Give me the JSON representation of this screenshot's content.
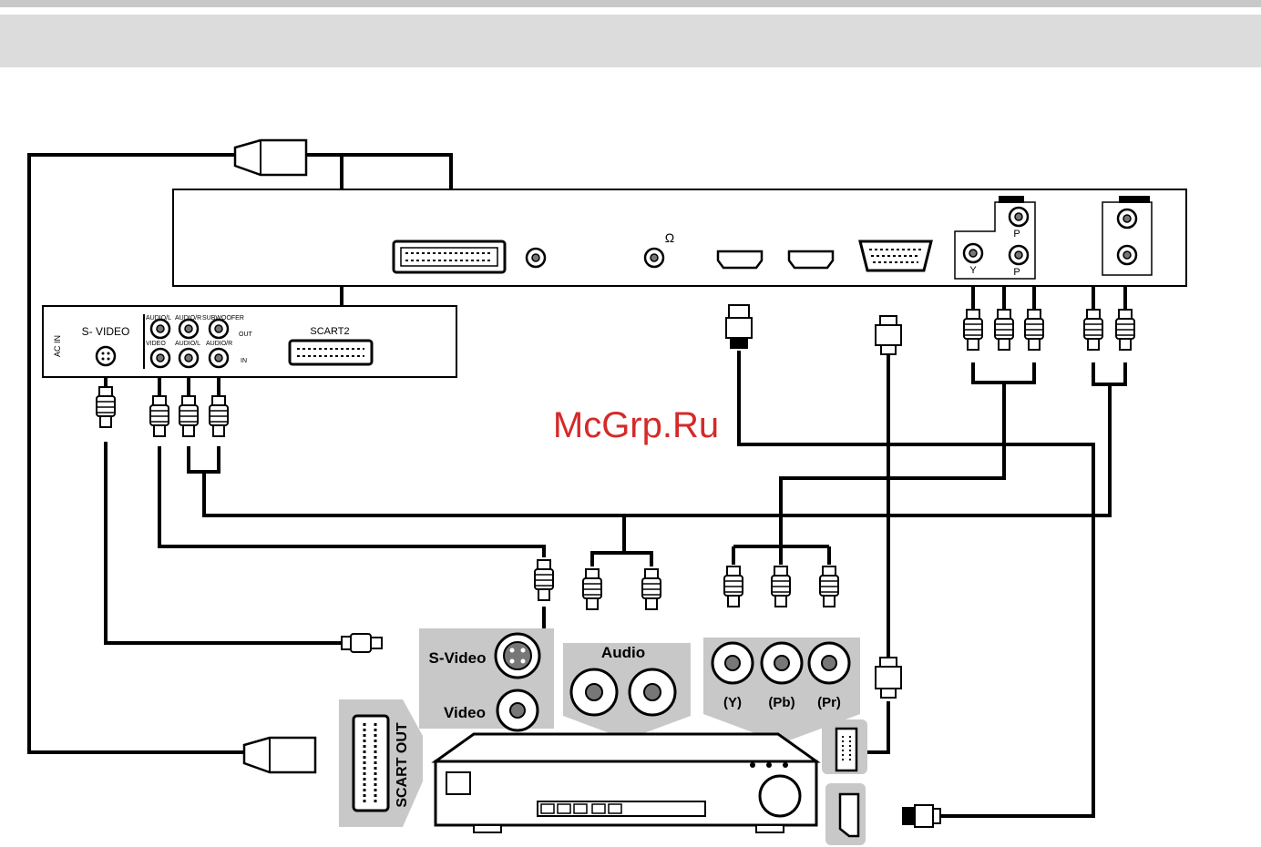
{
  "watermark": "McGrp.Ru",
  "tv_panel": {
    "s_video": "S- VIDEO",
    "ac_in": "AC IN",
    "audio_l_top": "AUDIO/L",
    "audio_r_top": "AUDIO/R",
    "subwoofer": "SUBWOOFER",
    "video_in": "VIDEO",
    "audio_l_in": "AUDIO/L",
    "audio_r_in": "AUDIO/R",
    "out": "OUT",
    "in": "IN",
    "scart2": "SCART2"
  },
  "tv_top": {
    "omega": "Ω",
    "p_top": "P",
    "p_bottom": "P",
    "y": "Y"
  },
  "source_device": {
    "s_video": "S-Video",
    "video": "Video",
    "audio": "Audio",
    "y": "(Y)",
    "pb": "(Pb)",
    "pr": "(Pr)",
    "scart_out": "SCART OUT"
  },
  "colors": {
    "line": "#000000",
    "panel_gray": "#c8c8c8",
    "watermark": "#d42a2a"
  }
}
